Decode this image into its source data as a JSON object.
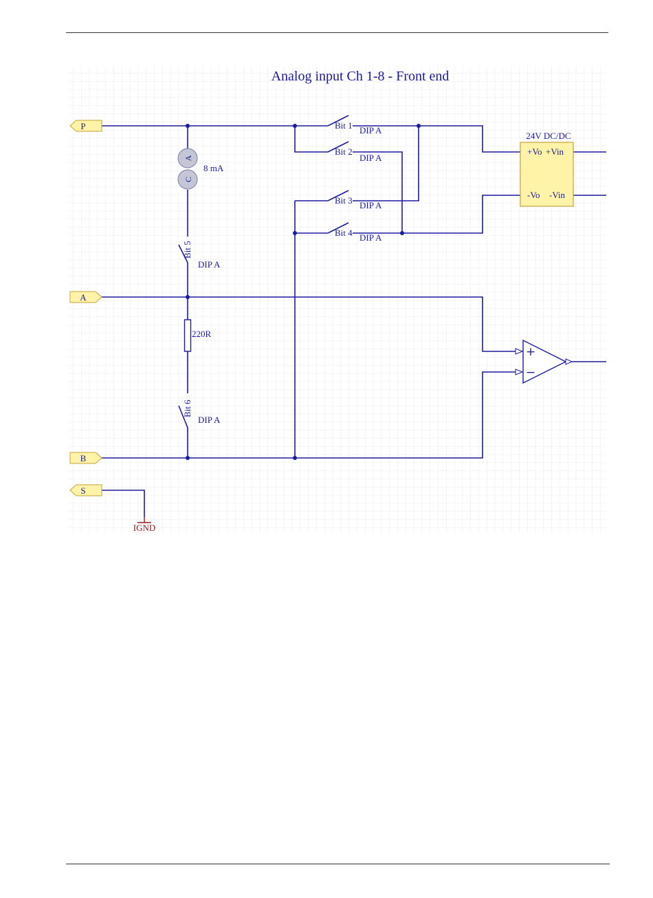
{
  "diagram": {
    "title": "Analog input Ch 1-8 - Front end",
    "ports": {
      "p": "P",
      "a": "A",
      "b": "B",
      "s": "S"
    },
    "ground_label": "IGND",
    "current_source": {
      "top_letter": "A",
      "bottom_letter": "C",
      "value": "8 mA"
    },
    "resistor_value": "220R",
    "switches": {
      "bit1": "Bit 1",
      "bit2": "Bit 2",
      "bit3": "Bit 3",
      "bit4": "Bit 4",
      "bit5": "Bit 5",
      "bit6": "Bit 6",
      "dip_label": "DIP A"
    },
    "dcdc": {
      "title": "24V DC/DC",
      "pin_vo_plus": "+Vo",
      "pin_vin_plus": "+Vin",
      "pin_vo_minus": "-Vo",
      "pin_vin_minus": "-Vin"
    },
    "opamp": {
      "plus": "+",
      "minus": "−"
    },
    "colors": {
      "wire": "#1a1aa0",
      "component_fill": "#fff3a8",
      "component_border": "#c6a13a",
      "current_source_fill": "#c4c6d6",
      "ground": "#a01818",
      "grid": "#e3e3ec"
    }
  }
}
